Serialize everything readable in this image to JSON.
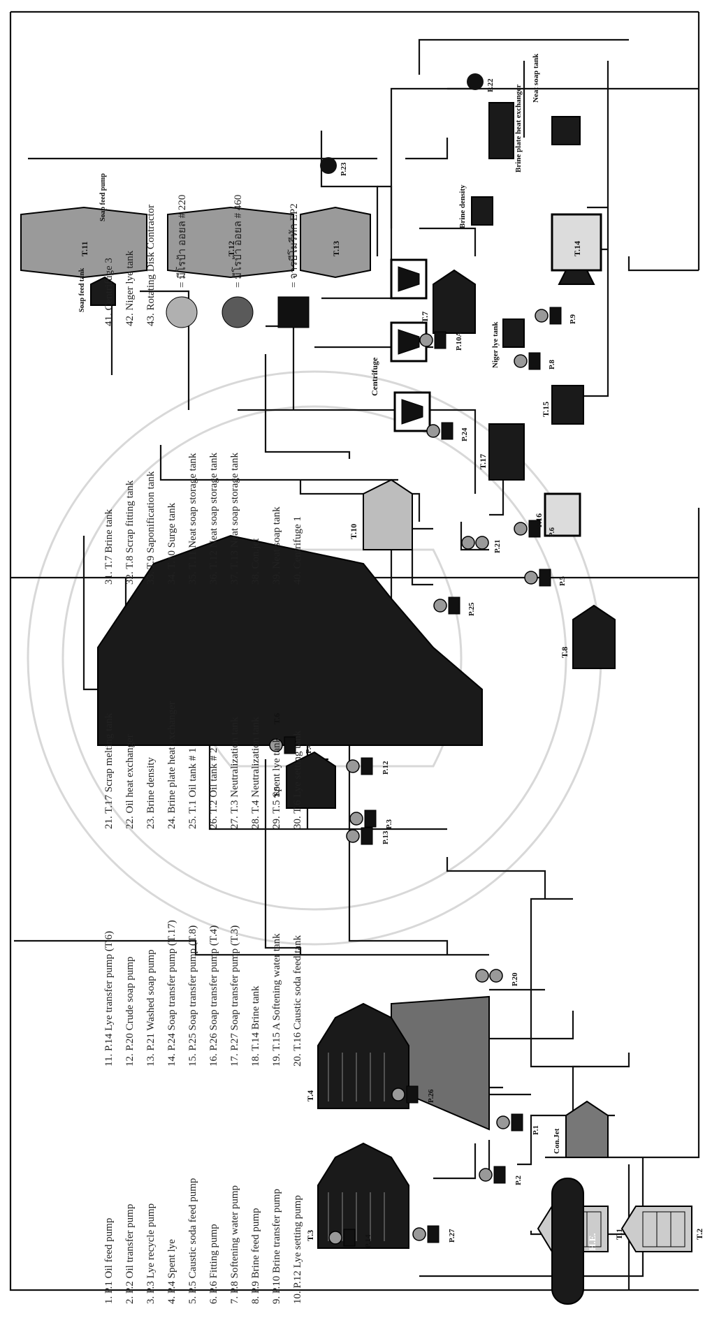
{
  "diagram": {
    "tanks": {
      "t1": "T.1",
      "t2": "T.2",
      "t3": "T.3",
      "t4": "T.4",
      "t5": "T.5",
      "t6": "T.6",
      "t7": "T.7",
      "t8": "T.8",
      "t10": "T.10",
      "t11": "T.11",
      "t12": "T.12",
      "t13": "T.13",
      "t14": "T.14",
      "t15": "T.15",
      "t16": "T.16",
      "t17": "T.17"
    },
    "pumps": {
      "p1": "P.1",
      "p2": "P.2",
      "p3": "P.3",
      "p4": "P.4",
      "p5": "P.5",
      "p6": "P.6",
      "p8": "P.8",
      "p9": "P.9",
      "p10a": "P.10A",
      "p12": "P.12",
      "p13": "P.13",
      "p14": "P.14",
      "p20": "P.20",
      "p21": "P.21",
      "p22": "P.22",
      "p23": "P.23",
      "p24": "P.24",
      "p25": "P.25",
      "p26": "P.26",
      "p27": "P.27"
    },
    "labels": {
      "oil_he": "OIL  H.E.",
      "conjet": "Con.Jet",
      "centrifuge": "Centrifuge",
      "niger_lye_tank": "Niger lye tank",
      "brine_density": "Brine density",
      "brine_plate_he": "Brine plate heat exchanger",
      "neat_soap_tank": "Neat soap tank",
      "soap_feed_tank": "Soap feed tank",
      "soap_feed_pump": "Soap feed pump"
    }
  },
  "legend": {
    "col1": [
      "1. P.1 Oil feed pump",
      "2. P.2 Oil transfer pump",
      "3. P.3 Lye recycle pump",
      "4. P.4 Spent lye",
      "5. P.5 Caustic soda feed pump",
      "6. P.6 Fitting pump",
      "7. P.8 Softening water pump",
      "8. P.9 Brine feed pump",
      "9. P.10 Brine transfer pump",
      "10. P.12 Lye setting pump"
    ],
    "col2": [
      "11. P.14 Lye transfer pump (T.6)",
      "12. P.20 Crude soap pump",
      "13. P.21 Washed soap pump",
      "14. P.24 Soap transfer pump (T.17)",
      "15. P.25 Soap transfer pump (T.8)",
      "16. P.26 Soap transfer pump (T.4)",
      "17. P.27 Soap transfer pump (T.3)",
      "18. T.14 Brine tank",
      "19. T.15 A Softening water tank",
      "20. T.16 Caustic soda feed tank"
    ],
    "col3": [
      "21. T.17 Scrap melting tank",
      "22. Oil heat exchanger",
      "23. Brine density",
      "24. Brine plate heat exchanger",
      "25. T.1 Oil tank # 1",
      "26. T.2 Oil tank # 2",
      "27. T.3 Neutralization tank",
      "28. T.4 Neutralization tank",
      "29. T.5 Spent lye tank",
      "30. T.6 Lye setting tank"
    ],
    "col4": [
      "31. T.7 Brine tank",
      "32. T.8 Scrap fitting tank",
      "33. T.9 Saponification tank",
      "34. T.10 Surge tank",
      "35. T.11 Neat soap storage tank",
      "36. T.12 Neat soap storage tank",
      "37. T.13 Neat soap storage tank",
      "38. Con.jet",
      "39. Neat soap tank",
      "40. Centrifuge 1"
    ],
    "col5": [
      "41. Centrifuge 3",
      "42. Niger lye tank",
      "43. Rotating Disk Contractor"
    ],
    "symbols": [
      {
        "label": "= มีโรป้า ออยล # 220",
        "color": "#b0b0b0"
      },
      {
        "label": "= มีโรป้า ออยล # 460",
        "color": "#5a5a5a"
      },
      {
        "label": "= จารบีโมรีทัก EP2",
        "color": "#111111"
      }
    ]
  }
}
